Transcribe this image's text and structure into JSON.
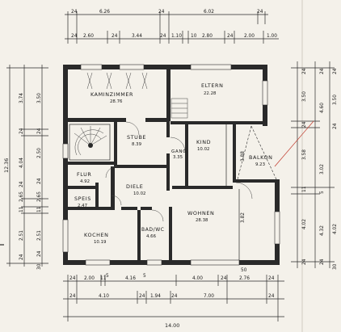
{
  "rooms": {
    "kaminzimmer": {
      "name": "KAMINZIMMER",
      "area": "28.76"
    },
    "eltern": {
      "name": "ELTERN",
      "area": "22.28"
    },
    "stube": {
      "name": "STUBE",
      "area": "8.39"
    },
    "kind": {
      "name": "KIND",
      "area": "10.02"
    },
    "gang": {
      "name": "GANG",
      "area": "3.35"
    },
    "balkon": {
      "name": "BALKON",
      "area": "9.23"
    },
    "flur": {
      "name": "FLUR",
      "area": "4.92"
    },
    "diele": {
      "name": "DIELE",
      "area": "10.02"
    },
    "speis": {
      "name": "SPEIS",
      "area": "2.47"
    },
    "wohnen": {
      "name": "WOHNEN",
      "area": "28.38"
    },
    "kochen": {
      "name": "KOCHEN",
      "area": "10.19"
    },
    "badwc": {
      "name": "BAD/WC",
      "area": "4.66"
    }
  },
  "dims_top_row1": [
    "24",
    "6.26",
    "24",
    "6.02",
    "24"
  ],
  "dims_top_row2": [
    "24",
    "2.60",
    "24",
    "3.44",
    "24",
    "1.10",
    "10",
    "2.80",
    "24",
    "2.00",
    "1.00"
  ],
  "dims_bottom_row1": [
    "24",
    "2.00",
    "11",
    "5",
    "4.16",
    "5",
    "4.00",
    "24",
    "2.76",
    "24"
  ],
  "dims_bottom_row2": [
    "24",
    "4.10",
    "24",
    "1.94",
    "24",
    "7.00",
    "24"
  ],
  "dims_bottom_total": "14.00",
  "dims_left_outer": [
    "12.36"
  ],
  "dims_left_col1": [
    "3.74",
    "24",
    "4.04",
    "24",
    "2.65",
    "11",
    "5",
    "2.51",
    "24"
  ],
  "dims_left_col2": [
    "3.50",
    "24",
    "2.50",
    "24",
    "2.65",
    "11",
    "5",
    "2.51",
    "24",
    "30"
  ],
  "dims_right_col1": [
    "24",
    "3.50",
    "24",
    "3.58",
    "11",
    "5",
    "4.02",
    "24"
  ],
  "dims_right_col2": [
    "24",
    "4.60",
    "3.02",
    "5",
    "4.32",
    "24"
  ],
  "dims_right_col3": [
    "24",
    "3.50",
    "24",
    "4.02",
    "30"
  ],
  "dims_internal": {
    "kind_height": "3.88",
    "wohnen_height": "3.82",
    "fifty": "50"
  }
}
